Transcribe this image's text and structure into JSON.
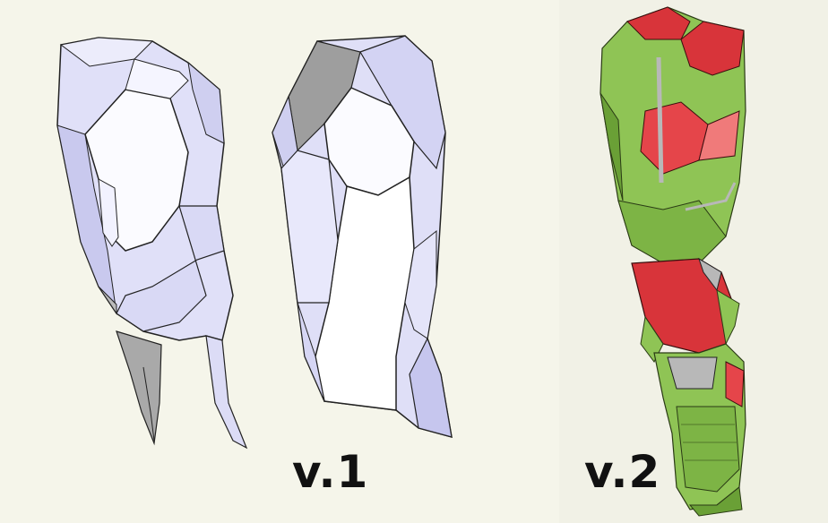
{
  "labels": {
    "v1": "v.1",
    "v2": "v.2"
  },
  "colors": {
    "v1_face_light": "#f9f9ff",
    "v1_face_mid": "#d8d8f4",
    "v1_face_shadow": "#b9b9e6",
    "v1_grey": "#a9a9a9",
    "v2_green": "#8fc455",
    "v2_green_dark": "#6aa036",
    "v2_red": "#d8343a",
    "v2_red_light": "#f07a7a",
    "v2_grey": "#b8b8b8"
  },
  "icons": {
    "v1_thigh": "leg-armor-thigh-model",
    "v1_shin": "leg-armor-shin-model",
    "v2_leg": "leg-armor-full-model"
  }
}
